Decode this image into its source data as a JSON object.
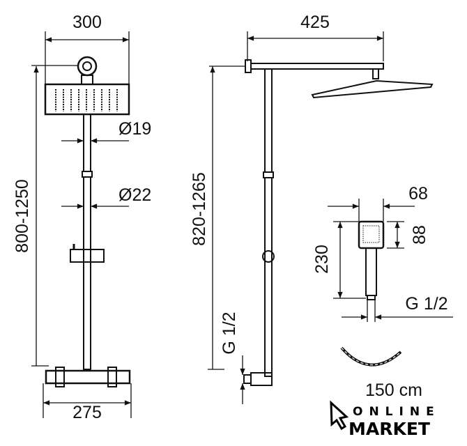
{
  "front_view": {
    "width_top": "300",
    "height_range": "800-1250",
    "pipe_upper_diameter": "Ø19",
    "pipe_lower_diameter": "Ø22",
    "width_bottom": "275"
  },
  "side_view": {
    "arm_length": "425",
    "height_range": "820-1265",
    "inlet_thread": "G 1/2"
  },
  "hand_shower": {
    "head_width": "68",
    "head_height": "88",
    "length": "230",
    "thread": "G 1/2"
  },
  "hose": {
    "length": "150 cm"
  },
  "logo": {
    "line1": "ONLINE",
    "line2": "MARKET"
  },
  "colors": {
    "ink": "#111111",
    "background": "#ffffff"
  }
}
